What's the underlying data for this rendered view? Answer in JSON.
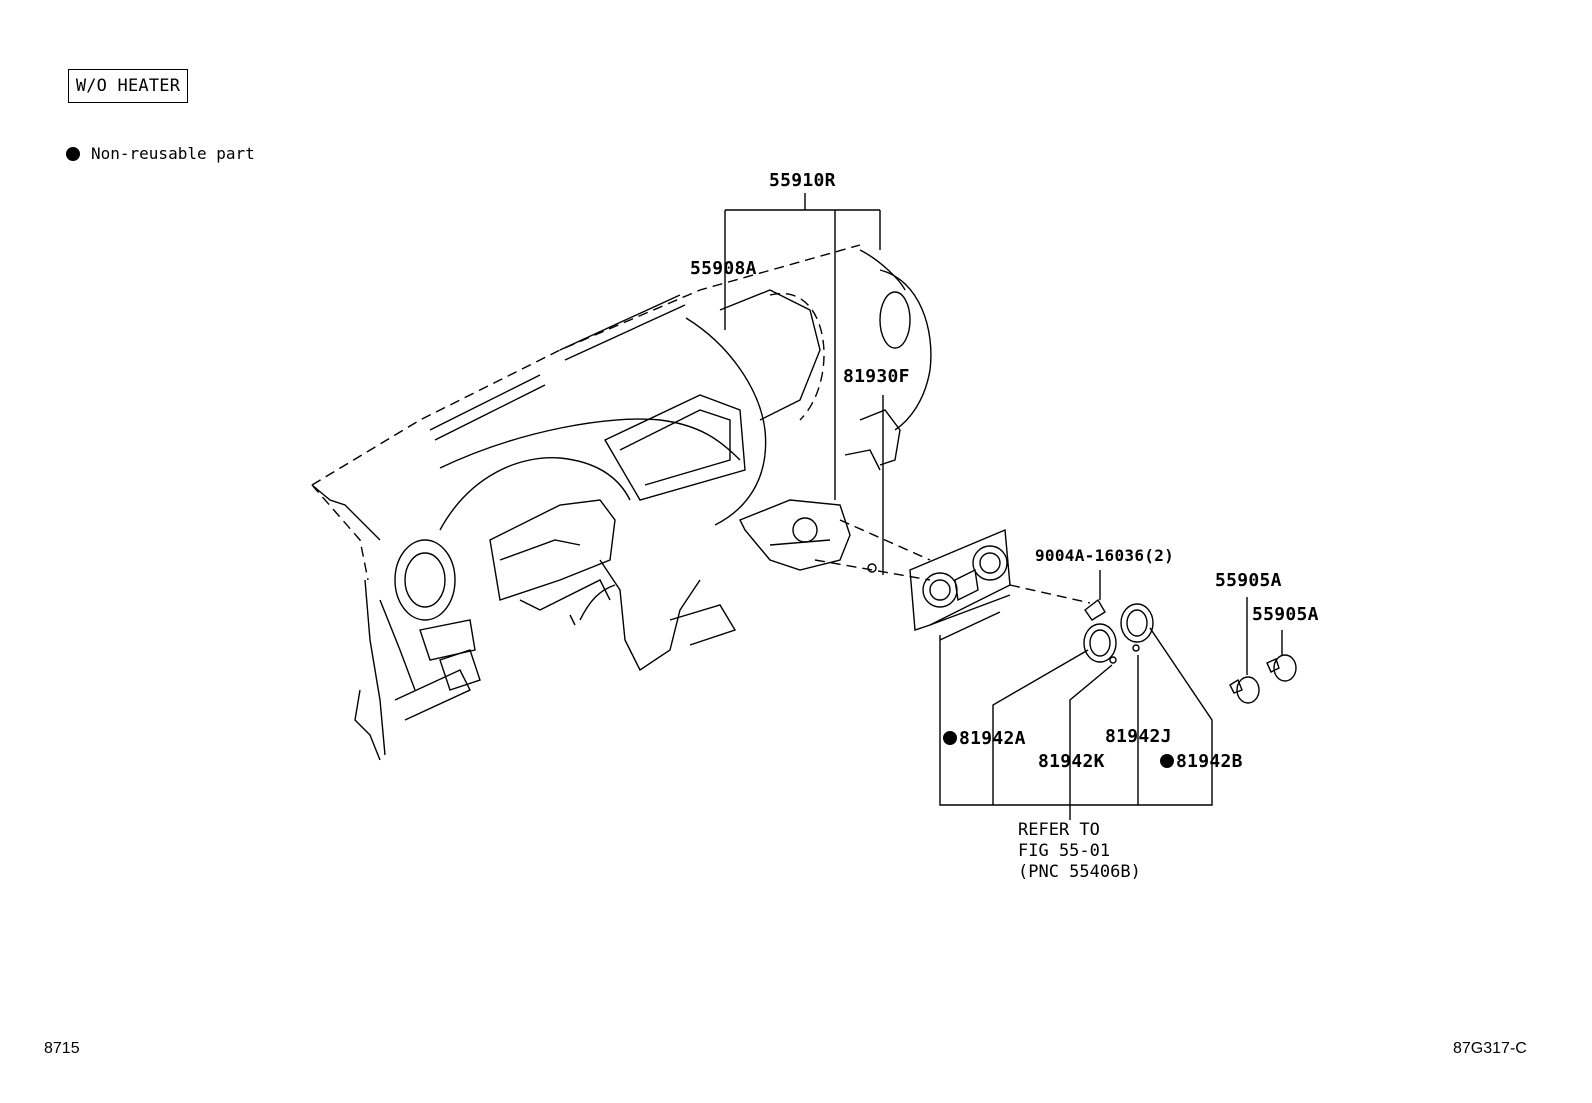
{
  "header": {
    "condition_tag": "W/O HEATER",
    "legend_text": "Non-reusable part"
  },
  "callouts": {
    "c55910R": "55910R",
    "c55908A": "55908A",
    "c81930F": "81930F",
    "c9004A": "9004A-16036(2)",
    "c55905A_1": "55905A",
    "c55905A_2": "55905A",
    "c81942A": "81942A",
    "c81942J": "81942J",
    "c81942K": "81942K",
    "c81942B": "81942B"
  },
  "refer": {
    "line1": "REFER TO",
    "line2": "FIG 55-01",
    "line3": "(PNC 55406B)"
  },
  "footer": {
    "left_code": "8715",
    "right_code": "87G317-C"
  }
}
